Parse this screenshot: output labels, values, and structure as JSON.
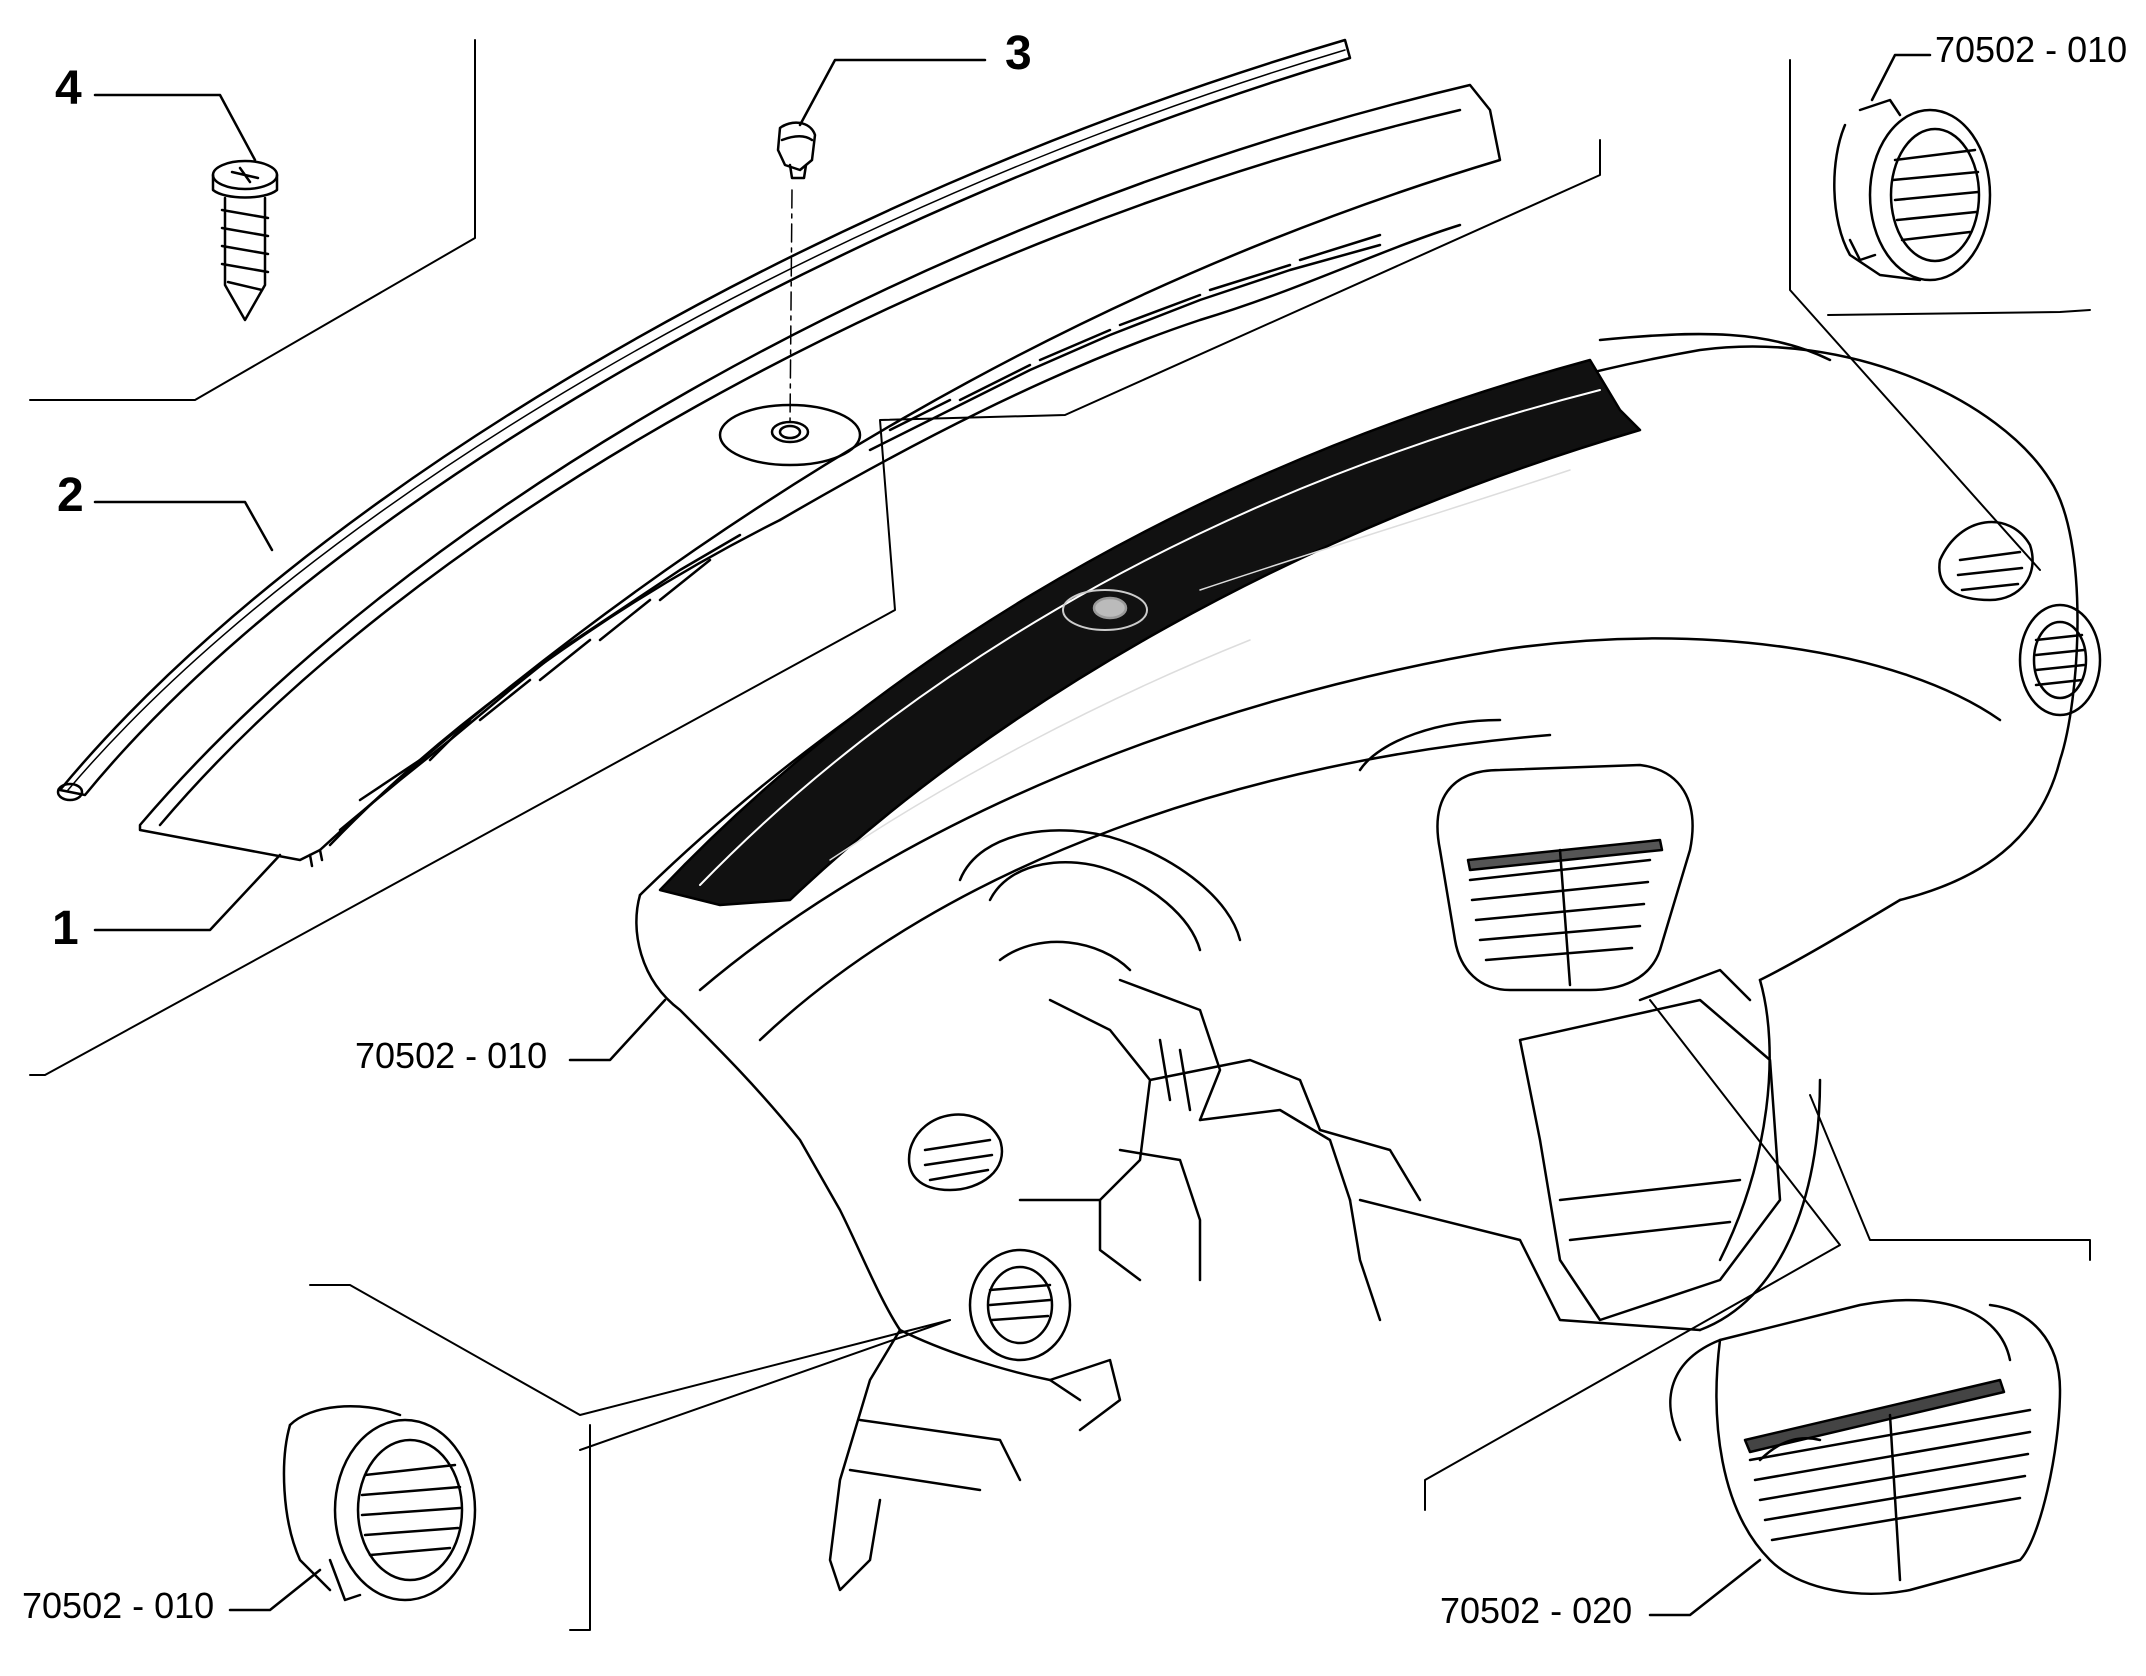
{
  "callouts": {
    "c1": "1",
    "c2": "2",
    "c3": "3",
    "c4": "4",
    "dash_main": "70502 - 010",
    "vent_top_right": "70502 - 010",
    "vent_bottom_left": "70502 - 010",
    "center_vent": "70502 - 020"
  },
  "colors": {
    "line": "#000000",
    "fill_dark": "#111111",
    "background": "#ffffff"
  }
}
